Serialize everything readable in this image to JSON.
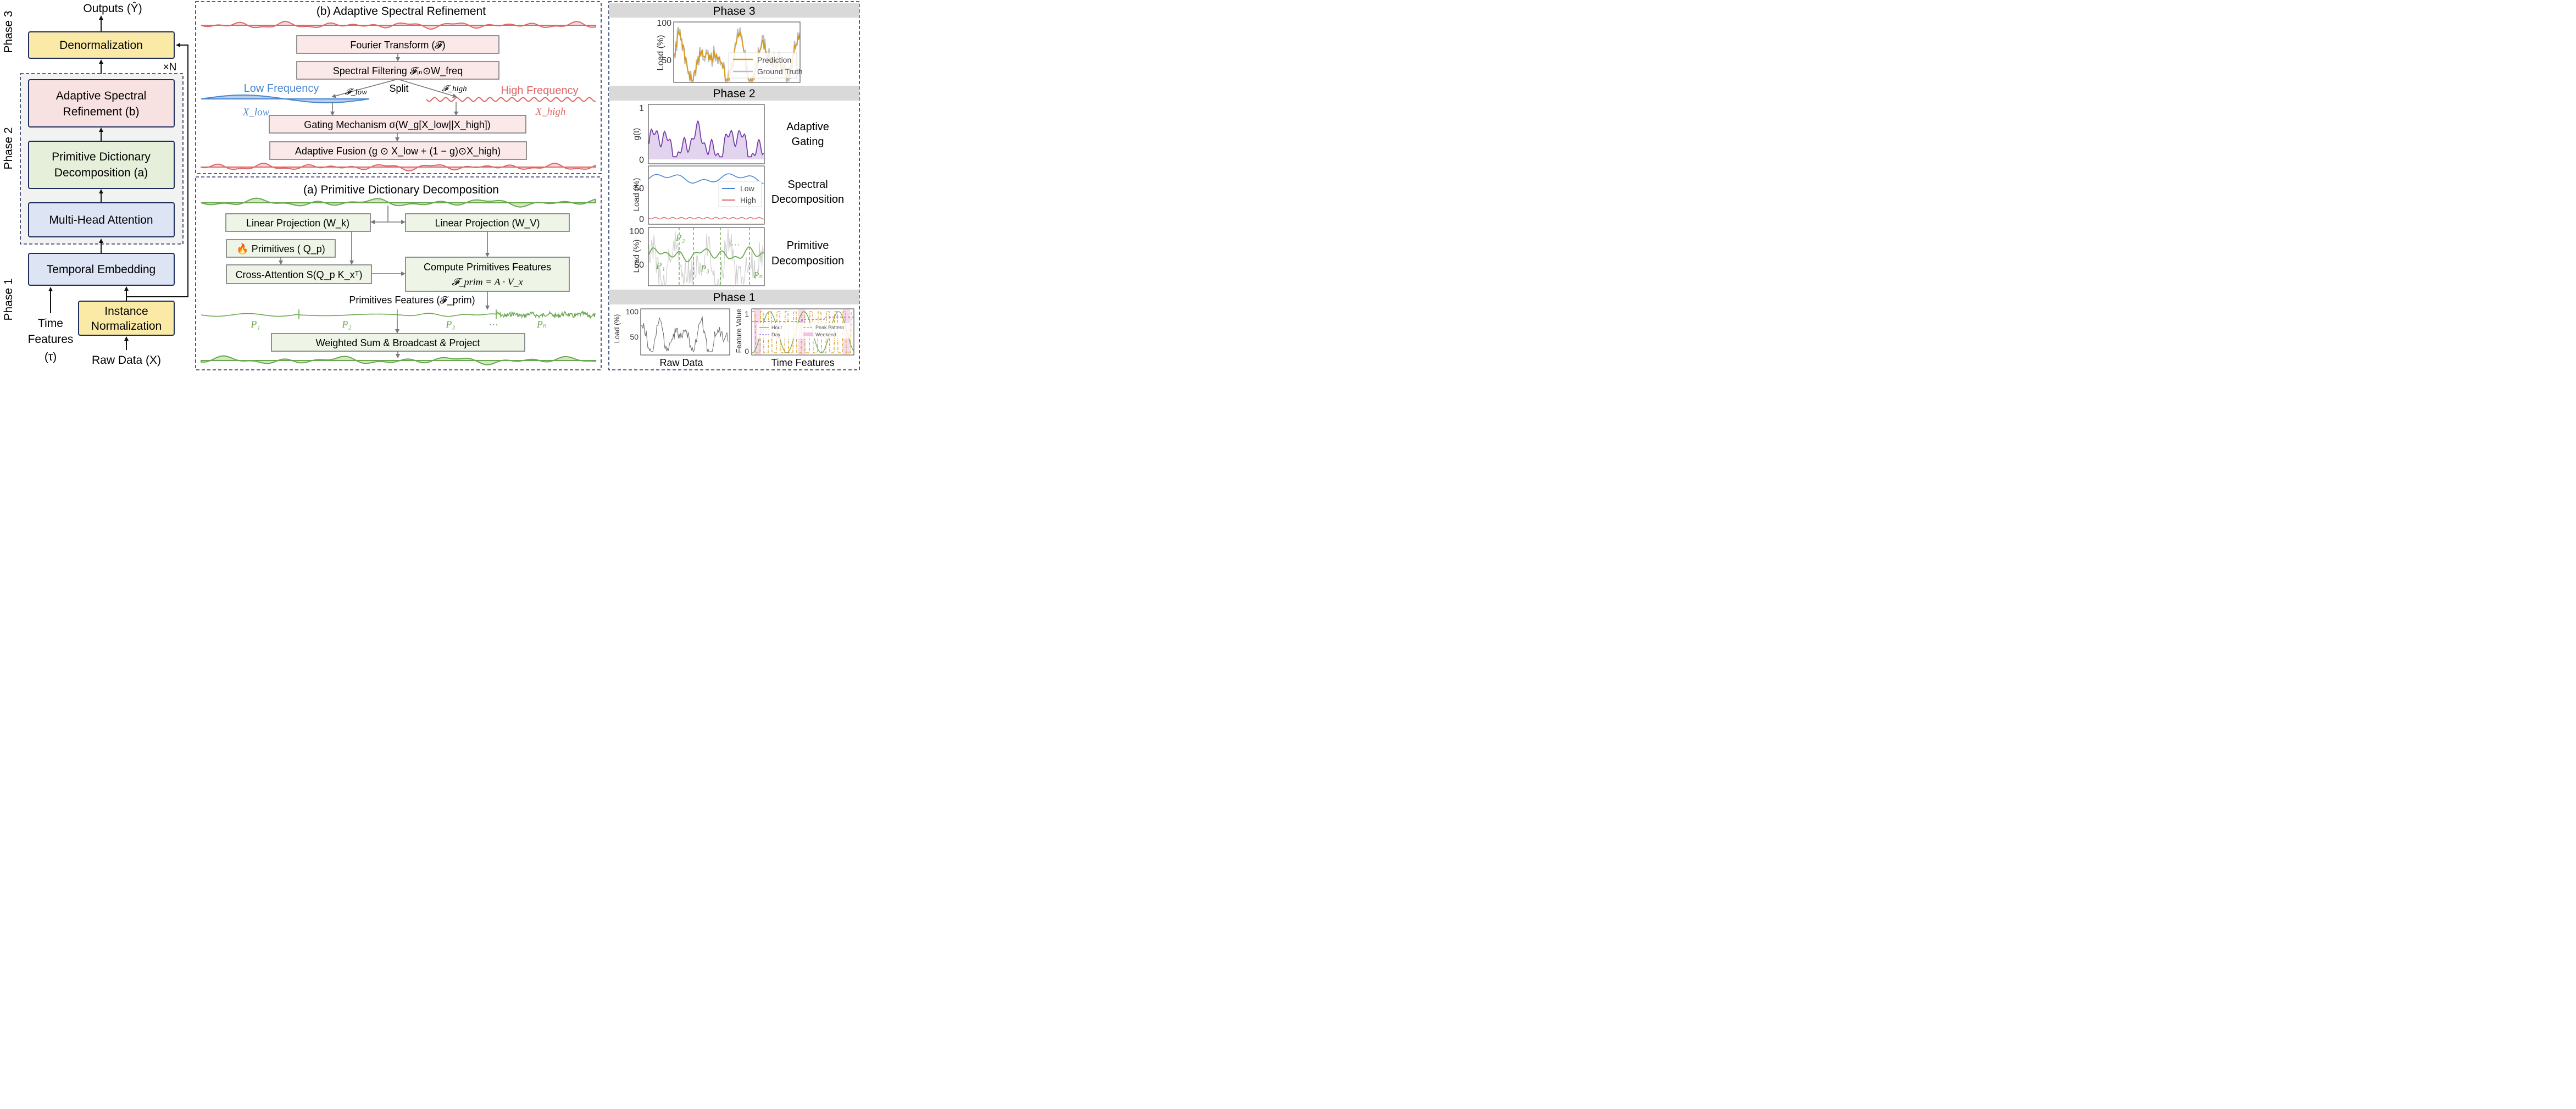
{
  "left": {
    "phase3": "Phase 3",
    "phase2": "Phase 2",
    "phase1": "Phase 1",
    "outputs": "Outputs (Ŷ)",
    "denorm": "Denormalization",
    "times_n": "×N",
    "asr_l1": "Adaptive Spectral",
    "asr_l2": "Refinement (b)",
    "pdd_l1": "Primitive Dictionary",
    "pdd_l2": "Decomposition (a)",
    "mha": "Multi-Head Attention",
    "temporal": "Temporal Embedding",
    "inst_l1": "Instance",
    "inst_l2": "Normalization",
    "time_l1": "Time",
    "time_l2": "Features",
    "time_l3": "(τ)",
    "raw": "Raw Data (X)"
  },
  "spectral": {
    "title": "(b) Adaptive Spectral Refinement",
    "fourier": "Fourier Transform (𝓕)",
    "filtering": "Spectral Filtering 𝓕ᵢₙ⊙W_freq",
    "split": "Split",
    "f_low": "𝓕_low",
    "f_high": "𝓕_high",
    "low_freq": "Low Frequency",
    "high_freq": "High Frequency",
    "x_low": "X_low",
    "x_high": "X_high",
    "gating": "Gating Mechanism σ(W_g[X_low||X_high])",
    "fusion": "Adaptive Fusion (g ⊙ X_low + (1 − g)⊙X_high)"
  },
  "primitive": {
    "title": "(a) Primitive Dictionary Decomposition",
    "lin_k": "Linear Projection (W_k)",
    "lin_v": "Linear Projection (W_V)",
    "primitives": "🔥 Primitives ( Q_p)",
    "cross": "Cross-Attention S(Q_p K_xᵀ)",
    "compute_l1": "Compute Primitives Features",
    "compute_l2": "𝓕_prim = A · V_x",
    "features": "Primitives Features (𝓕_prim)",
    "p1": "P₁",
    "p2": "P₂",
    "p3": "P₃",
    "dots": "···",
    "pn": "Pₙ",
    "weighted": "Weighted Sum & Broadcast & Project"
  },
  "right": {
    "phase3": "Phase 3",
    "phase2": "Phase 2",
    "phase1": "Phase 1",
    "p3_ylabel": "Load (%)",
    "p3_ticks": [
      "100",
      "50"
    ],
    "p3_legend": [
      "Prediction",
      "Ground Truth"
    ],
    "gate_ylabel": "g(t)",
    "gate_ticks": [
      "1",
      "0"
    ],
    "gate_label_l1": "Adaptive",
    "gate_label_l2": "Gating",
    "spec_ylabel": "Load (%)",
    "spec_ticks": [
      "50",
      "0"
    ],
    "spec_legend": [
      "Low",
      "High"
    ],
    "spec_label_l1": "Spectral",
    "spec_label_l2": "Decomposition",
    "prim_ylabel": "Load (%)",
    "prim_ticks": [
      "100",
      "50"
    ],
    "prim_labels": [
      "P₁",
      "P₂",
      "P₃",
      "···",
      "Pₙ"
    ],
    "prim_label_l1": "Primitive",
    "prim_label_l2": "Decomposition",
    "raw_ylabel": "Load (%)",
    "raw_ticks": [
      "100",
      "50"
    ],
    "raw_xlabel": "Raw Data",
    "tf_ylabel": "Feature Value",
    "tf_ticks": [
      "1",
      "0"
    ],
    "tf_xlabel": "Time Features",
    "tf_legend": [
      "Hour",
      "Peak Pattern",
      "Day",
      "Weekend"
    ]
  },
  "colors": {
    "navy": "#1f2d5c",
    "yellow_fill": "#fbeaa5",
    "pink_fill": "#f8e1e1",
    "green_fill": "#e5efd9",
    "blue_fill": "#dde4f4",
    "red": "#e06666",
    "blue": "#4a86d0",
    "green": "#6aa84f",
    "purple": "#7b3fa8",
    "orange": "#d99a1a"
  }
}
